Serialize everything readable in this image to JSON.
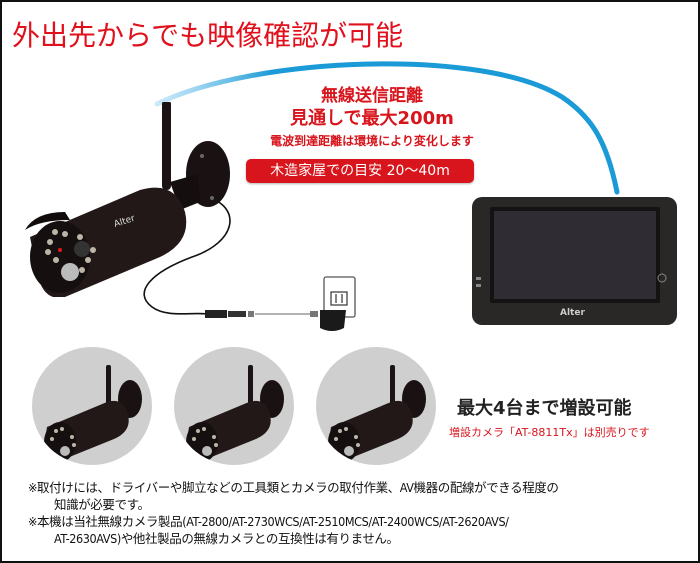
{
  "headline": "外出先からでも映像確認が可能",
  "range_spec": {
    "line1": "無線送信距離",
    "line2": "見通しで最大200m",
    "line3": "電波到達距離は環境により変化します",
    "badge": "木造家屋での目安 20～40m"
  },
  "camera_brand": "Alter",
  "monitor_brand": "Alter",
  "expansion": {
    "title": "最大4台まで増設可能",
    "note": "増設カメラ「AT-8811Tx」は別売りです",
    "camera_count_shown": 3
  },
  "notes": [
    {
      "line1": "※取付けには、ドライバーや脚立などの工具類とカメラの取付作業、AV機器の配線ができる程度の",
      "line2": "知識が必要です。"
    },
    {
      "line1": "※本機は当社無線カメラ製品(AT-2800/AT-2730WCS/AT-2510MCS/AT-2400WCS/AT-2620AVS/",
      "line2": "AT-2630AVS)や他社製品の無線カメラとの互換性は有りません。"
    }
  ],
  "colors": {
    "accent_red": "#d8141c",
    "arc_blue": "#1a9ad6",
    "thumb_gray": "#cfcfcf"
  }
}
